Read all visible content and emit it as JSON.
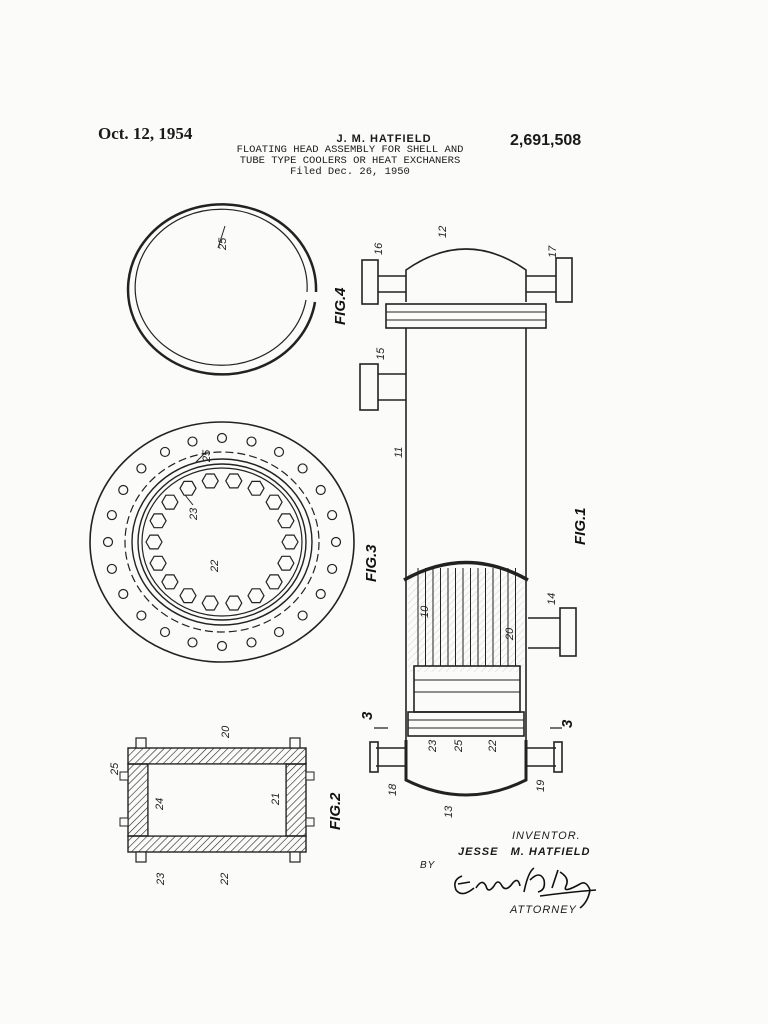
{
  "header": {
    "date": "Oct. 12, 1954",
    "patent_number": "2,691,508",
    "inventor_name": "J. M. HATFIELD",
    "title_line_1": "FLOATING HEAD ASSEMBLY FOR SHELL AND",
    "title_line_2": "TUBE TYPE COOLERS OR HEAT EXCHANERS",
    "filed": "Filed Dec. 26, 1950"
  },
  "figures": {
    "fig1": "FIG.1",
    "fig2": "FIG.2",
    "fig3": "FIG.3",
    "fig4": "FIG.4"
  },
  "refs": {
    "r10": "10",
    "r11": "11",
    "r12": "12",
    "r13": "13",
    "r14": "14",
    "r15": "15",
    "r16": "16",
    "r17": "17",
    "r18": "18",
    "r19": "19",
    "r20": "20",
    "r21": "21",
    "r22": "22",
    "r23": "23",
    "r24": "24",
    "r25": "25",
    "section": "3"
  },
  "signature": {
    "inventor_label": "INVENTOR.",
    "inventor": "JESSE   M. HATFIELD",
    "by": "BY",
    "attorney_label": "ATTORNEY",
    "signature_script": "Edward H Lang"
  }
}
